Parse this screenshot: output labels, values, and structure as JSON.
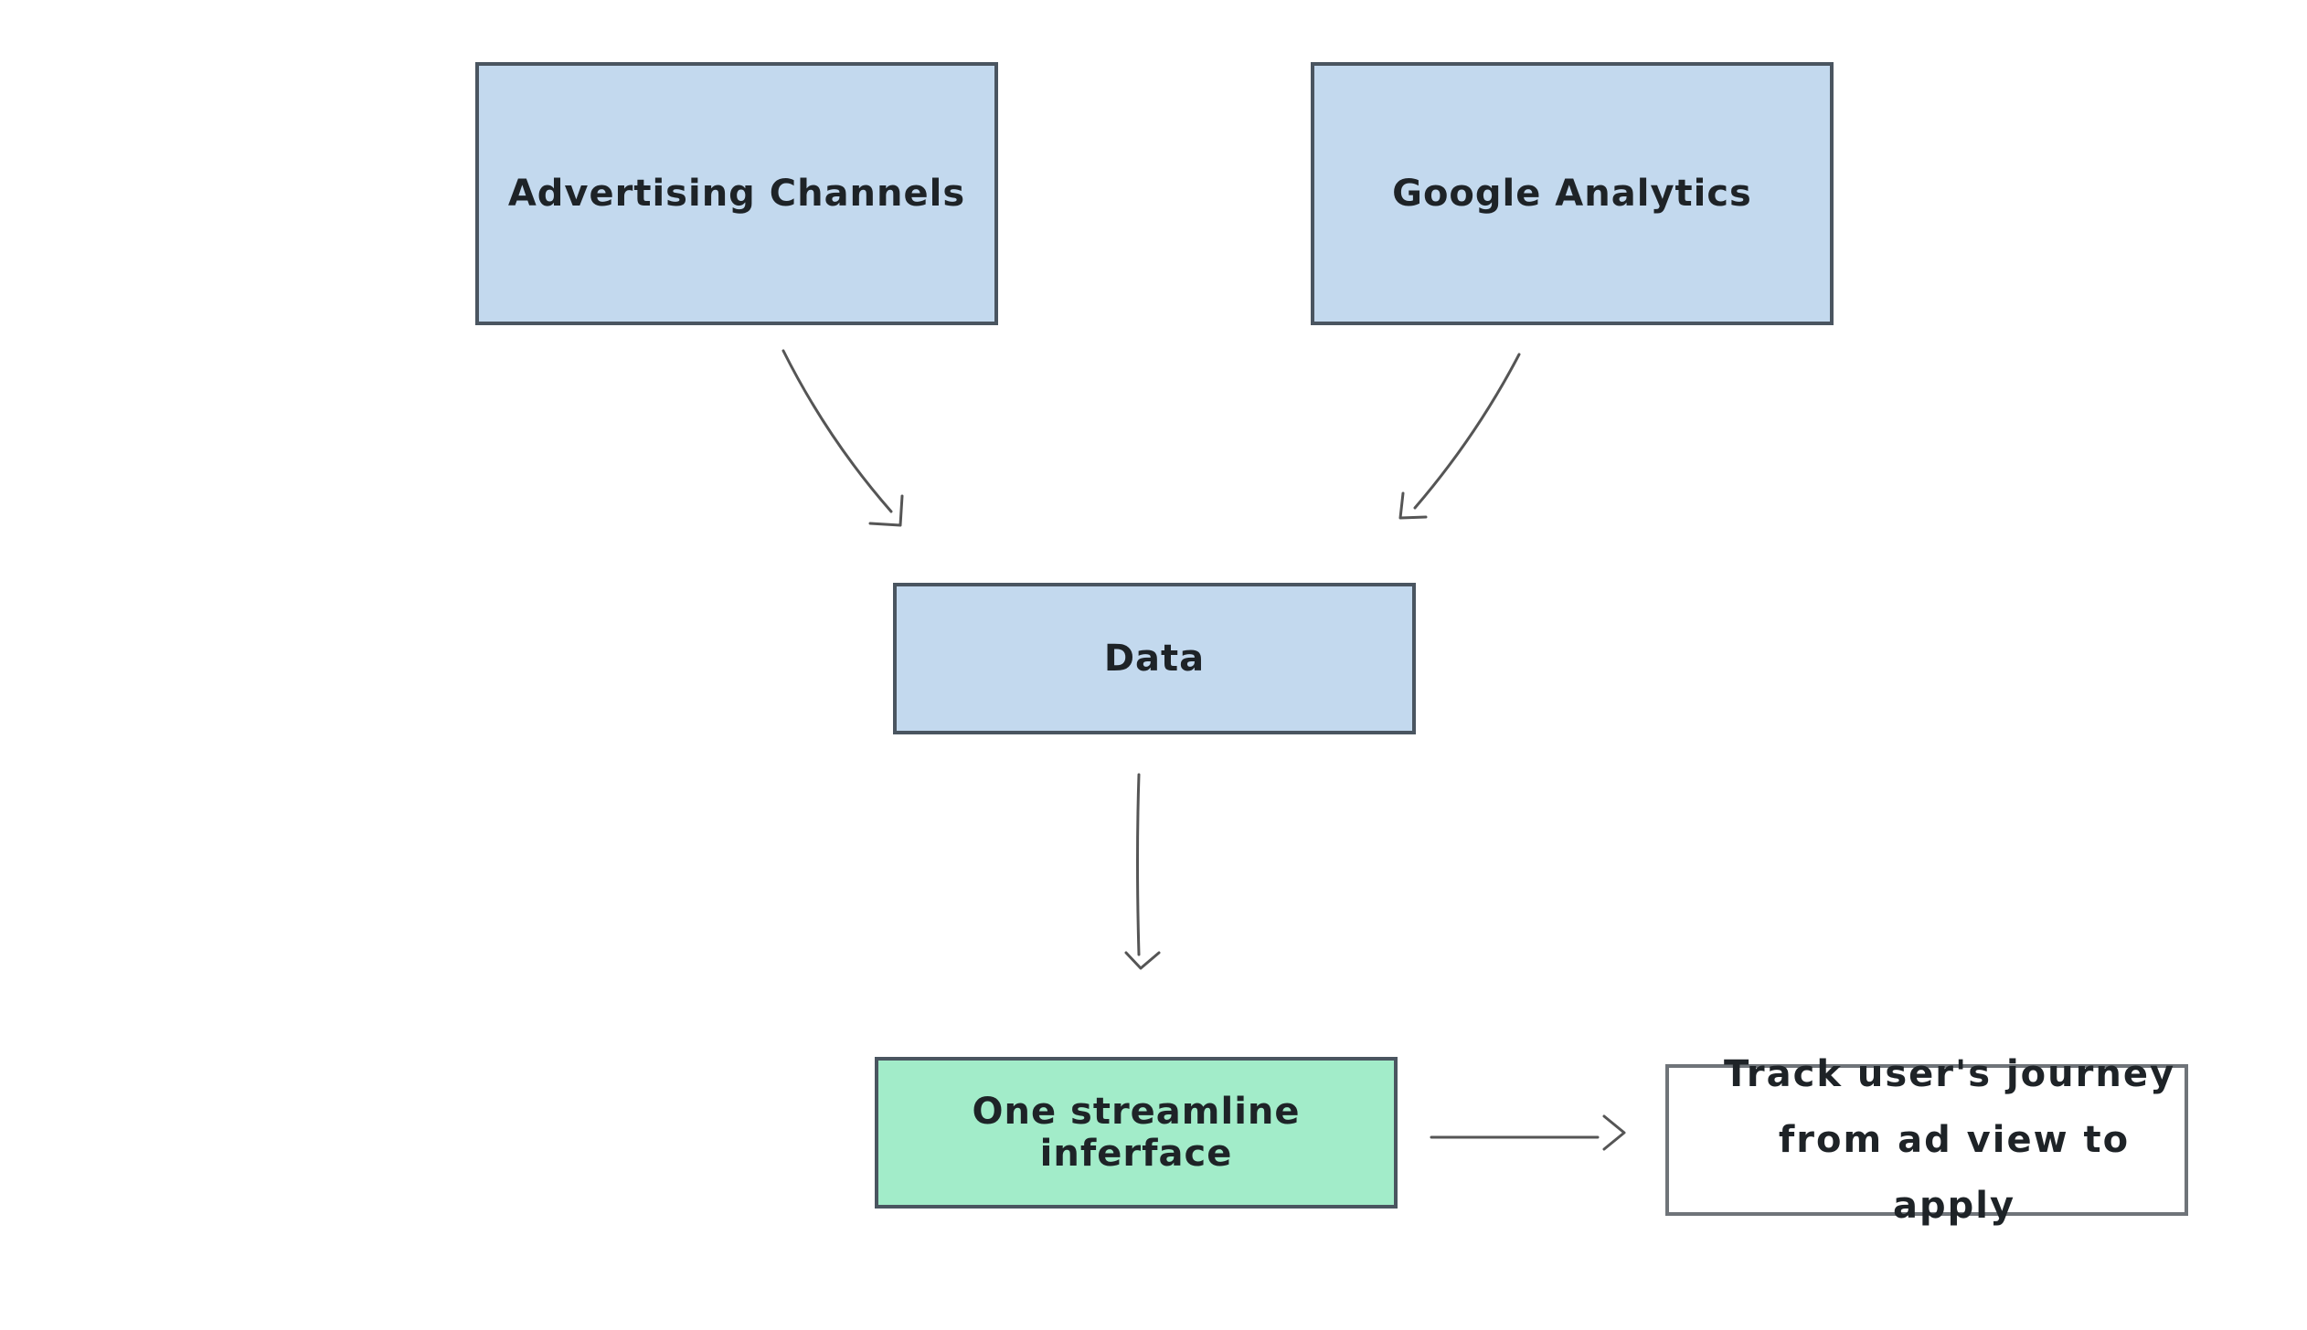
{
  "diagram": {
    "nodes": {
      "advertising": {
        "label": "Advertising Channels"
      },
      "analytics": {
        "label": "Google Analytics"
      },
      "data": {
        "label": "Data"
      },
      "interface": {
        "label": "One streamline inferface"
      },
      "note": {
        "lines": [
          "Track user's journey",
          "from ad view to apply"
        ]
      }
    },
    "colors": {
      "source_fill": "#c3d9ee",
      "output_fill": "#a2ecc9",
      "stroke": "#4a5560"
    }
  }
}
